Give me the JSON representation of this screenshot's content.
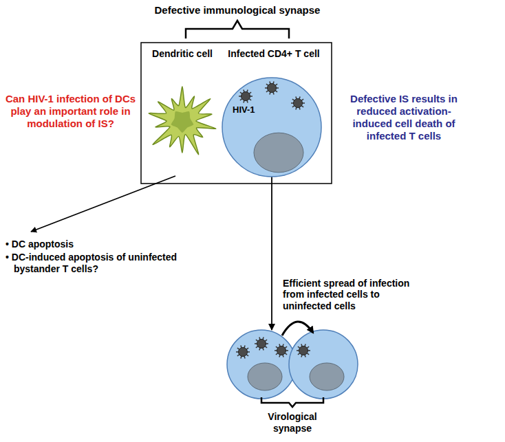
{
  "diagram": {
    "title": "Defective immunological synapse",
    "nodes": [
      {
        "text": [
          "Dendritic cell"
        ]
      },
      {
        "text": [
          "Infected CD4+ T cell",
          "HIV-1"
        ]
      },
      {
        "text": [
          "Virological synapse"
        ]
      }
    ],
    "edges": [
      {
        "from": 1,
        "to": 2,
        "arrow": "to",
        "label": "Efficient spread of infection from infected cells to uninfected cells"
      }
    ],
    "labels": [
      "Can HIV-1 infection of DCs play an important role in modulation of IS?",
      "Defective IS results in reduced activation-induced cell death of infected T cells",
      "• DC apoptosis",
      "• DC-induced apoptosis of uninfected bystander T cells?"
    ]
  }
}
